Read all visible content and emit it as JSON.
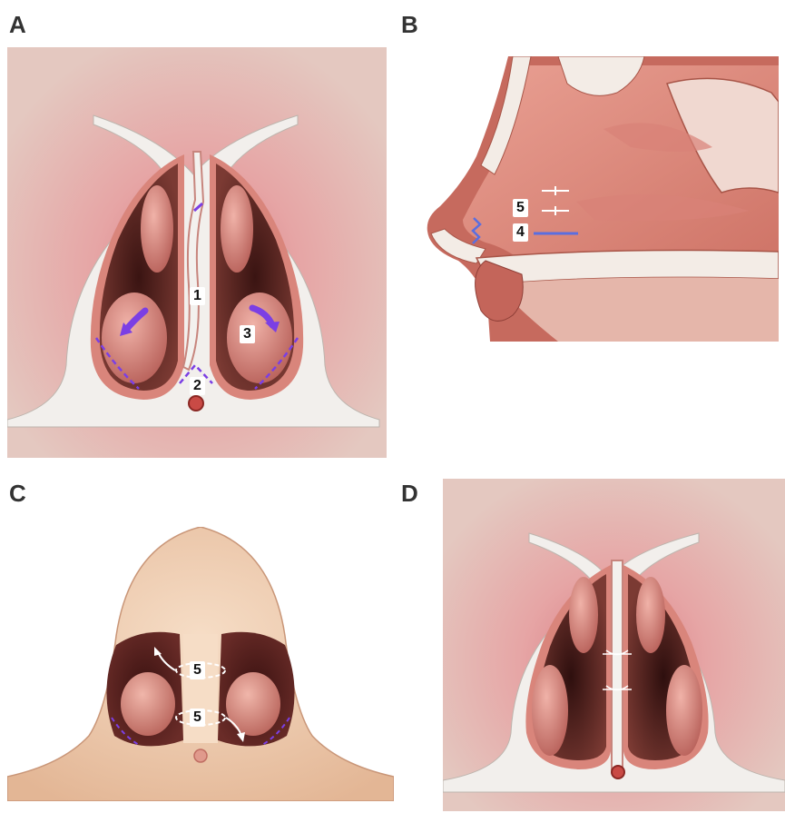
{
  "panels": {
    "a": {
      "letter": "A",
      "labels": {
        "one": "1",
        "two": "2",
        "three": "3"
      }
    },
    "b": {
      "letter": "B",
      "labels": {
        "five": "5",
        "four": "4"
      }
    },
    "c": {
      "letter": "C",
      "labels": {
        "five_top": "5",
        "five_bottom": "5"
      }
    },
    "d": {
      "letter": "D"
    }
  },
  "colors": {
    "tissue_bg": "#e4c2bb",
    "bone": "#f3f1ee",
    "mucosa": "#d9857b",
    "cavity_dark": "#4a1f1d",
    "turbinate": "#d68c83",
    "accent_purple": "#7b3fe4",
    "accent_blue": "#5a6ee0",
    "skin": "#eec9aa"
  }
}
